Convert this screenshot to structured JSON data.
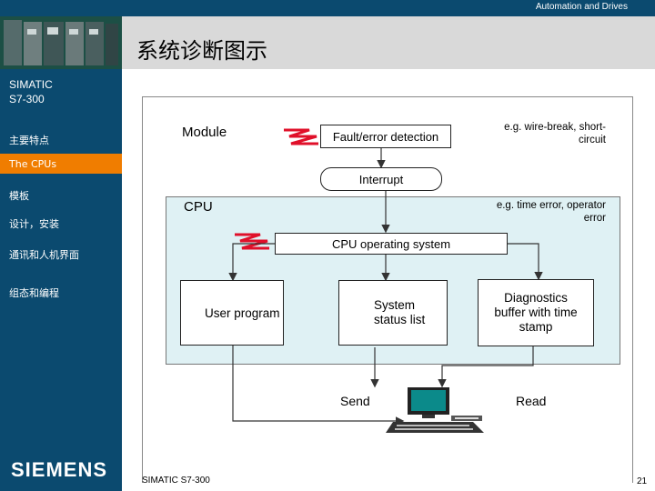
{
  "header": {
    "top_right": "Automation and Drives",
    "title": "系统诊断图示"
  },
  "sidebar": {
    "product": [
      "SIMATIC",
      "S7-300"
    ],
    "items": [
      {
        "label": "主要特点",
        "active": false
      },
      {
        "label": "The CPUs",
        "active": true
      },
      {
        "label": "模板",
        "active": false
      },
      {
        "label": "设计，安装",
        "active": false
      },
      {
        "label": "通讯和人机界面",
        "active": false
      },
      {
        "label": "组态和编程",
        "active": false
      }
    ],
    "logo": "SIEMENS"
  },
  "diagram": {
    "module_label": "Module",
    "fault_box": "Fault/error detection",
    "module_note": "e.g. wire-break, short-circuit",
    "interrupt_box": "Interrupt",
    "cpu_label": "CPU",
    "cpu_note": "e.g. time error, operator error",
    "os_box": "CPU operating system",
    "user_program": "User program",
    "system_status_list": "System status list",
    "diagnostics_buffer": "Diagnostics buffer with time stamp",
    "send_label": "Send",
    "read_label": "Read"
  },
  "footer": {
    "left": "SIMATIC S7-300",
    "page": "21"
  },
  "colors": {
    "sidebar": "#0b4a6f",
    "active_item": "#f07d00",
    "panel": "#dff1f4",
    "lightning": "#e0102a"
  }
}
